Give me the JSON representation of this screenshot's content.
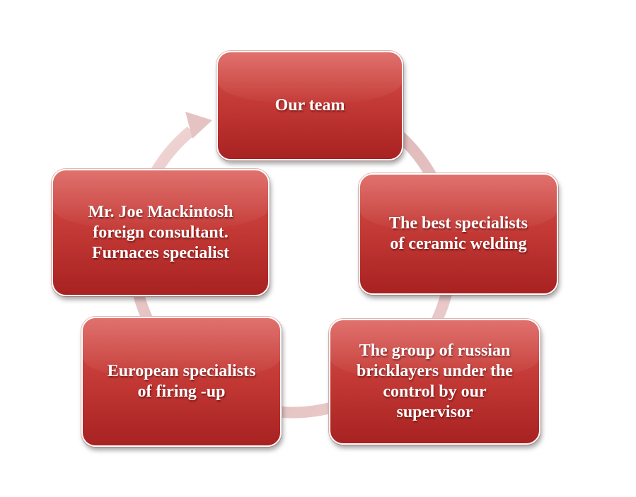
{
  "diagram": {
    "type": "cycle",
    "nodes": [
      {
        "id": "top",
        "label": "Our team"
      },
      {
        "id": "right",
        "label": "The best specialists\nof ceramic welding"
      },
      {
        "id": "bottom-right",
        "label": "The group of russian\nbricklayers under the\ncontrol by our\nsupervisor"
      },
      {
        "id": "bottom-left",
        "label": "European specialists\nof firing -up"
      },
      {
        "id": "left",
        "label": "Mr. Joe Mackintosh\nforeign consultant.\nFurnaces specialist"
      }
    ],
    "colors": {
      "node_fill": "#c43a36",
      "node_text": "#ffffff",
      "ring": "#e6c3c3"
    }
  }
}
